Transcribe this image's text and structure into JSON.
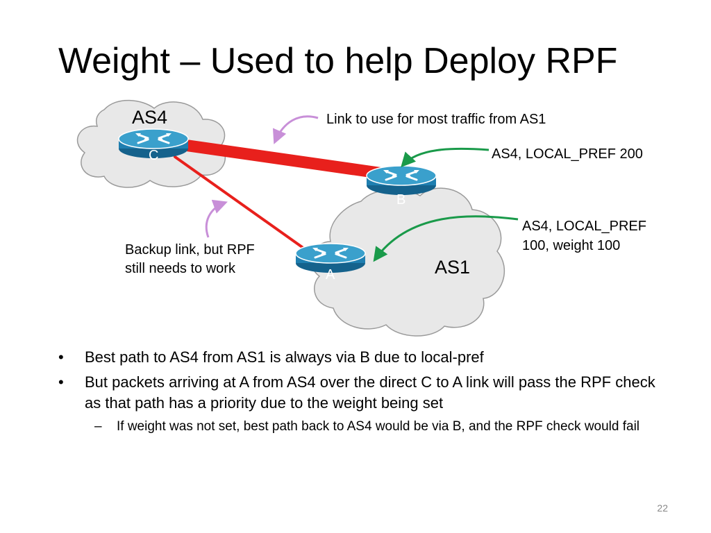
{
  "slide": {
    "title": "Weight – Used to help Deploy RPF",
    "page_number": "22"
  },
  "diagram": {
    "clouds": [
      {
        "label": "AS4"
      },
      {
        "label": "AS1"
      }
    ],
    "routers": [
      {
        "label": "C"
      },
      {
        "label": "B"
      },
      {
        "label": "A"
      }
    ],
    "annotations": {
      "primary_link": "Link to use for most traffic from AS1",
      "backup_link_line1": "Backup link, but RPF",
      "backup_link_line2": "still needs to work",
      "b_pref": "AS4, LOCAL_PREF 200",
      "a_pref_line1": "AS4, LOCAL_PREF",
      "a_pref_line2": "100, weight 100"
    },
    "colors": {
      "link": "#e8201c",
      "router_top": "#3aa0cc",
      "router_body": "#1f7fb0",
      "cloud": "#e8e8e8",
      "arrow_green": "#1a9a4a",
      "arrow_purple": "#c88fd8"
    }
  },
  "bullets": [
    {
      "text": "Best path to AS4 from AS1 is always via B due to local-pref"
    },
    {
      "text": "But packets arriving at A from AS4 over the direct C to A link will pass the RPF check as that path has a priority due to the weight being set"
    }
  ],
  "sub_bullets": [
    {
      "text": "If weight was not set, best path back to AS4 would be via B, and the RPF check would fail"
    }
  ],
  "glyphs": {
    "bullet": "•",
    "dash": "–"
  }
}
